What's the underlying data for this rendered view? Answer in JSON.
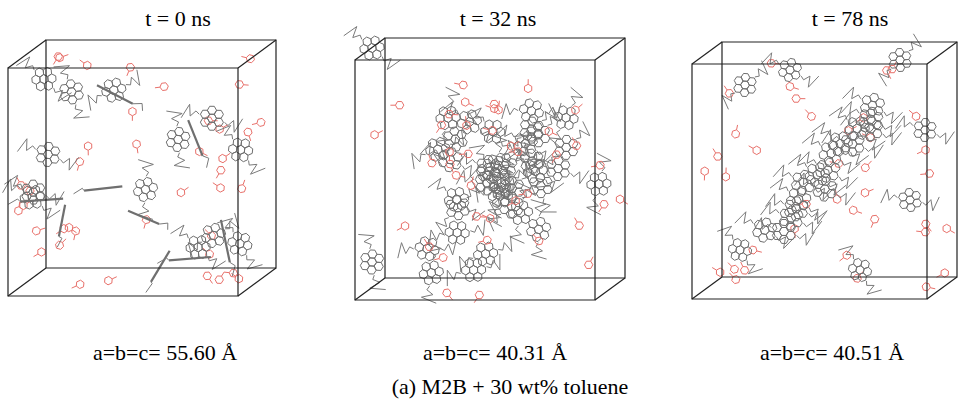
{
  "diagram": {
    "caption": "(a) M2B + 30 wt% toluene",
    "labels": [
      "t = 0 ns",
      "t = 32 ns",
      "t = 78 ns",
      "a=b=c= 55.60 Å",
      "a=b=c= 40.31 Å",
      "a=b=c= 40.51 Å"
    ]
  }
}
